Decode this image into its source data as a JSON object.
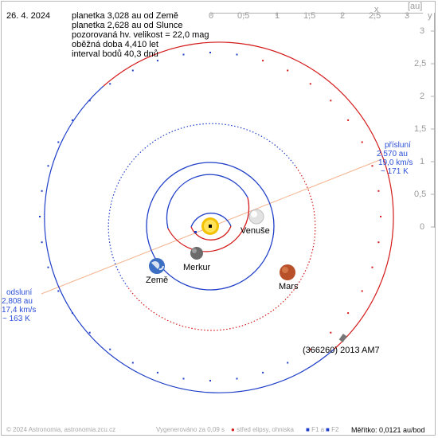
{
  "date": "26. 4. 2024",
  "info_lines": [
    "planetka 3,028 au od Země",
    "planetka 2,628 au od Slunce",
    "pozorovaná hv. velikost = 22,0 mag",
    "oběžná doba 4,410 let",
    "interval bodů 40,3 dnů"
  ],
  "axes": {
    "unit": "[au]",
    "x_label": "x",
    "y_label": "y",
    "x_ticks": [
      "0",
      "0,5",
      "1",
      "1,5",
      "2",
      "2,5",
      "3"
    ],
    "y_ticks": [
      "3",
      "2,5",
      "2",
      "1,5",
      "1",
      "0,5",
      "0"
    ]
  },
  "perihelion": {
    "title": "přísluní",
    "distance": "2,570 au",
    "speed": "19,0 km/s",
    "temperature": "~ 171 K"
  },
  "aphelion": {
    "title": "odsluní",
    "distance": "2,808 au",
    "speed": "17,4 km/s",
    "temperature": "~ 163 K"
  },
  "bodies": {
    "venus": "Venuše",
    "mercury": "Merkur",
    "earth": "Země",
    "mars": "Mars",
    "asteroid": "(366260) 2013 AM7"
  },
  "footer": {
    "copyright": "© 2024 Astronomia, astronomia.zcu.cz",
    "generated": "Vygenerováno za 0,09 s",
    "ellipse_center": "střed elipsy, ohniska",
    "f1": "F1",
    "a": "a",
    "f2": "F2",
    "scale": "Měřítko: 0,0121 au/bod"
  },
  "colors": {
    "orbit_blue": "#1f3fc8",
    "orbit_red": "#d41a1a",
    "apsis_line": "#f4b48e",
    "axis_gray": "#a0a0a0"
  }
}
